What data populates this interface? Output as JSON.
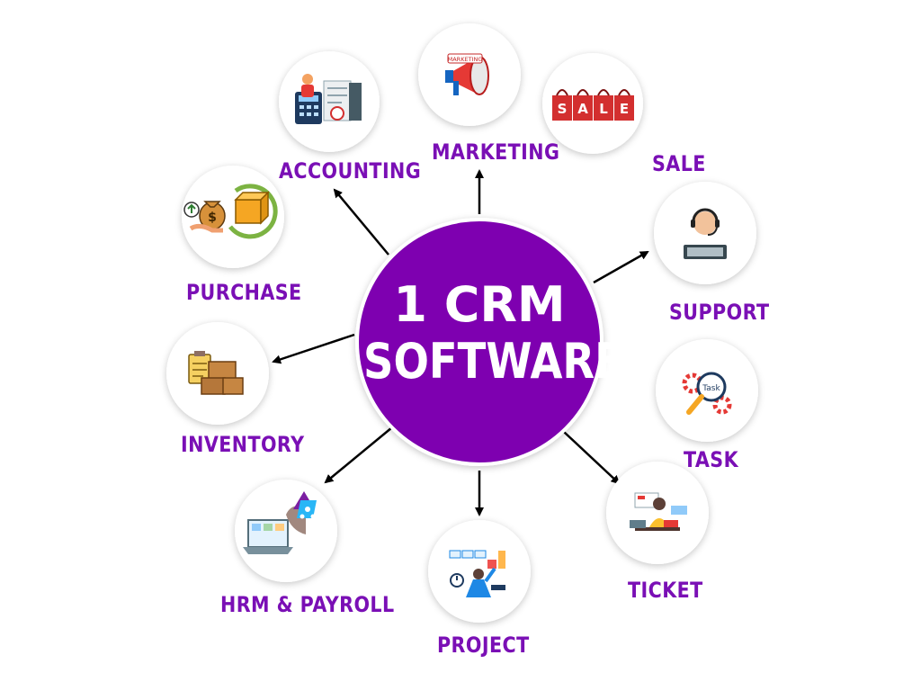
{
  "hub": {
    "line1": "1 CRM",
    "line2": "SOFTWARE",
    "color": "#7e00b0"
  },
  "label_color": "#7a0fb5",
  "modules": {
    "marketing": {
      "label": "MARKETING",
      "icon": "megaphone-icon",
      "badge": "MARKETING"
    },
    "sale": {
      "label": "SALE",
      "icon": "shopping-bags-icon",
      "tags": [
        "S",
        "A",
        "L",
        "E"
      ]
    },
    "accounting": {
      "label": "ACCOUNTING",
      "icon": "accounting-icon"
    },
    "purchase": {
      "label": "PURCHASE",
      "icon": "money-bag-package-icon"
    },
    "support": {
      "label": "SUPPORT",
      "icon": "headset-agent-icon"
    },
    "inventory": {
      "label": "INVENTORY",
      "icon": "boxes-clipboard-icon"
    },
    "task": {
      "label": "TASK",
      "icon": "magnifier-gears-icon",
      "badge": "Task"
    },
    "hrm": {
      "label": "HRM & PAYROLL",
      "icon": "laptop-org-chart-icon"
    },
    "ticket": {
      "label": "TICKET",
      "icon": "ticket-desk-icon"
    },
    "project": {
      "label": "PROJECT",
      "icon": "project-board-icon"
    }
  }
}
